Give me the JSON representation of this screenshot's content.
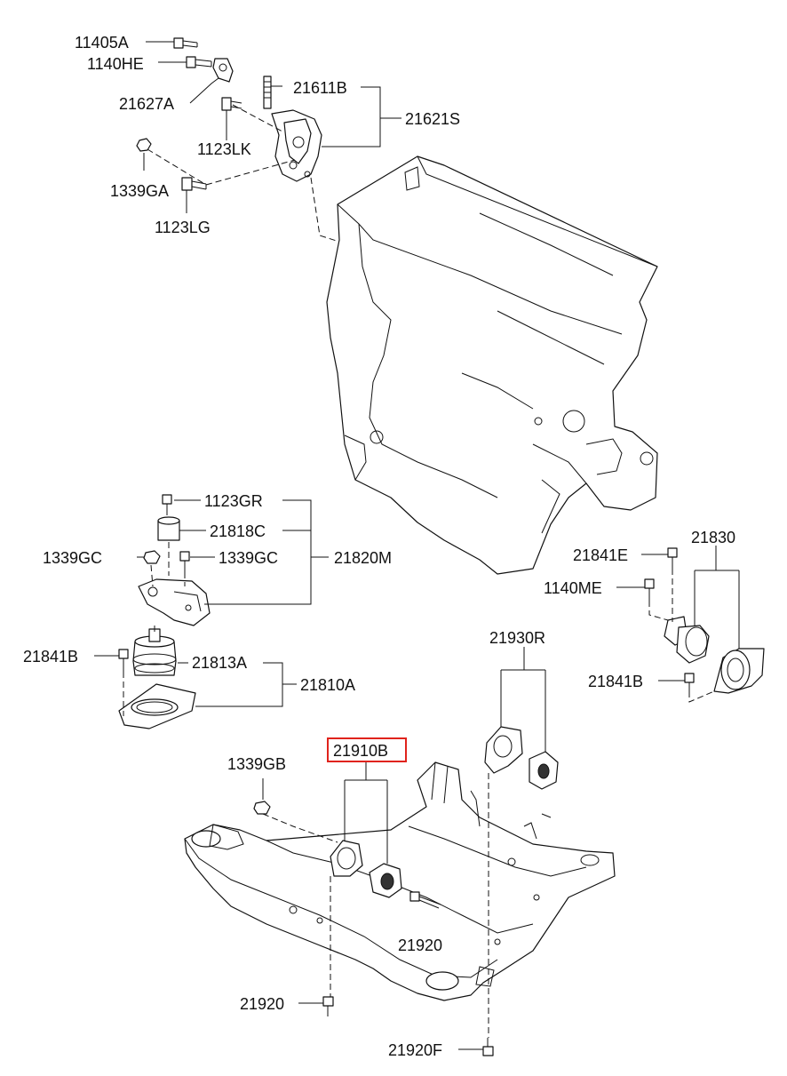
{
  "diagram": {
    "highlight_color": "#e0231c",
    "labels": {
      "p11405A": "11405A",
      "p1140HE": "1140HE",
      "p21627A": "21627A",
      "p21611B": "21611B",
      "p21621S": "21621S",
      "p1123LK": "1123LK",
      "p1339GA": "1339GA",
      "p1123LG": "1123LG",
      "p1123GR": "1123GR",
      "p21818C": "21818C",
      "p1339GC_left": "1339GC",
      "p1339GC_right": "1339GC",
      "p21820M": "21820M",
      "p21841B_left": "21841B",
      "p21813A": "21813A",
      "p21810A": "21810A",
      "p21841E": "21841E",
      "p21830": "21830",
      "p1140ME": "1140ME",
      "p21841B_right": "21841B",
      "p21930R": "21930R",
      "p21910B": "21910B",
      "p1339GB": "1339GB",
      "p21920_mid": "21920",
      "p21920_low": "21920",
      "p21920F": "21920F"
    }
  }
}
